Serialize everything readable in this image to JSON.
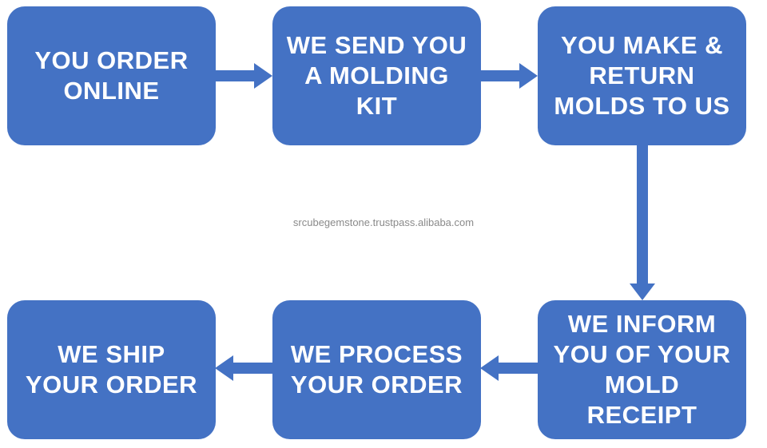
{
  "colors": {
    "box_fill": "#4472c4",
    "arrow_fill": "#4472c4",
    "text": "#ffffff",
    "watermark": "#8a8a8a"
  },
  "steps": [
    {
      "label": "YOU ORDER\nONLINE"
    },
    {
      "label": "WE SEND YOU\nA MOLDING\nKIT"
    },
    {
      "label": "YOU MAKE &\nRETURN\nMOLDS TO US"
    },
    {
      "label": "WE INFORM\nYOU OF YOUR\nMOLD\nRECEIPT"
    },
    {
      "label": "WE PROCESS\nYOUR ORDER"
    },
    {
      "label": "WE SHIP\nYOUR ORDER"
    }
  ],
  "watermark": "srcubegemstone.trustpass.alibaba.com"
}
